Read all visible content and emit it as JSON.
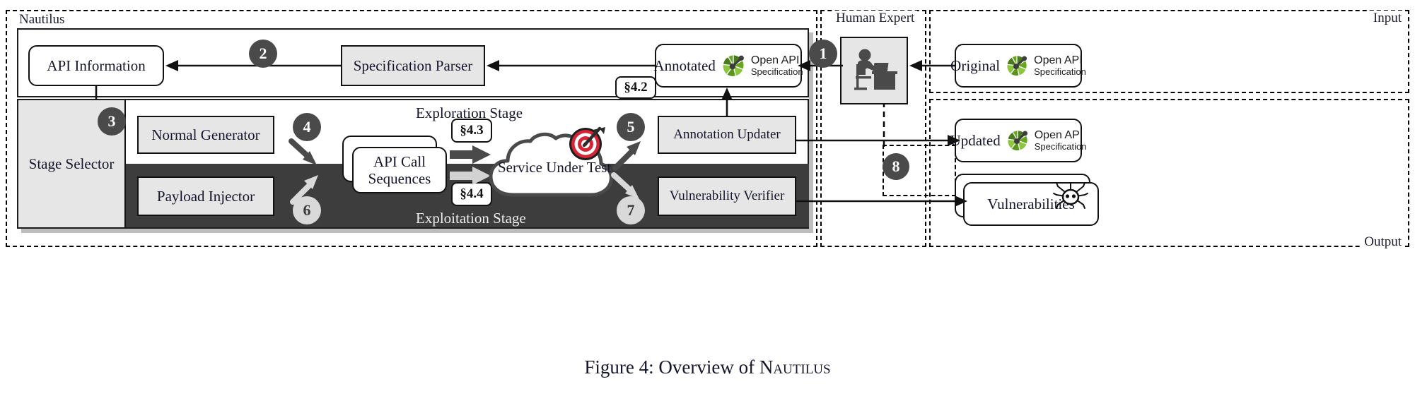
{
  "figure": {
    "caption_prefix": "Figure 4: Overview of ",
    "caption_name": "Nautilus"
  },
  "regions": {
    "nautilus": "Nautilus",
    "human_expert": "Human Expert",
    "input": "Input",
    "output": "Output"
  },
  "stages": {
    "exploration": "Exploration Stage",
    "exploitation": "Exploitation Stage"
  },
  "nodes": {
    "api_information": "API Information",
    "specification_parser": "Specification Parser",
    "annotated_spec_prefix": "Annotated",
    "stage_selector": "Stage Selector",
    "normal_generator": "Normal Generator",
    "payload_injector": "Payload Injector",
    "api_call_sequences_l1": "API Call",
    "api_call_sequences_l2": "Sequences",
    "service_under_test": "Service Under Test",
    "annotation_updater": "Annotation Updater",
    "vulnerability_verifier": "Vulnerability Verifier",
    "original_spec_prefix": "Original",
    "updated_spec_prefix": "Updated",
    "vulnerabilities": "Vulnerabilities"
  },
  "openapi_logo": {
    "line1": "Open API",
    "line2": "Specification"
  },
  "badges": {
    "b1": "1",
    "b2": "2",
    "b3": "3",
    "b4": "4",
    "b5": "5",
    "b6": "6",
    "b7": "7",
    "b8": "8"
  },
  "sections": {
    "s42": "§4.2",
    "s43": "§4.3",
    "s44": "§4.4"
  },
  "icons": {
    "human_expert": "person-at-desk-icon",
    "openapi": "openapi-swagger-logo-icon",
    "target": "bullseye-target-icon",
    "bug": "spider-bug-icon"
  },
  "colors": {
    "badge_dark": "#4a4a4a",
    "badge_light": "#d9d9d9",
    "exploitation_band": "#3d3d3d",
    "process_box": "#e6e6e6",
    "target_red": "#d62336",
    "openapi_green": "#85c520",
    "stroke": "#111111"
  }
}
